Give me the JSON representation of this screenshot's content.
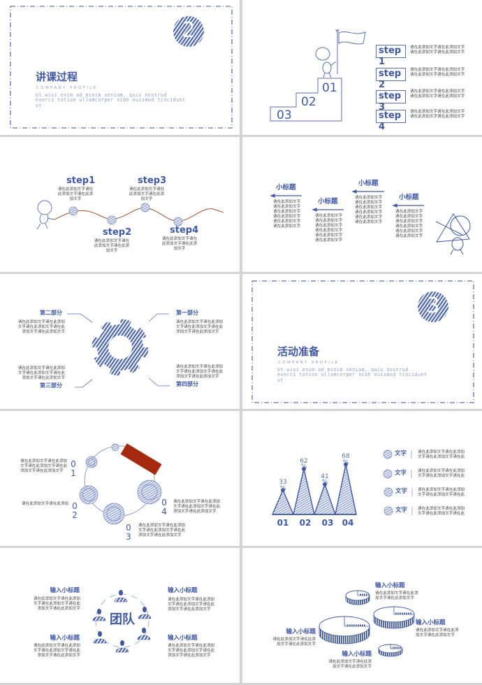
{
  "colors": {
    "accent": "#3f58a3",
    "wave": "#a0522d",
    "highlight": "#a52a0f"
  },
  "slide1": {
    "number": "2",
    "title": "讲课过程",
    "subtitle": "COMPANY PROFILE",
    "body": "Ut wisi enim ad minim veniam, quis nostrud\nexerci tation ullamcorper nibh euismod tincidunt\nut"
  },
  "slide2": {
    "stairs": [
      "01",
      "02",
      "03"
    ],
    "steps": [
      {
        "label": "step\n1",
        "desc": "请在此添加文字请在此添加文字\n请在此添加文字请在此添加文字"
      },
      {
        "label": "step\n2",
        "desc": "请在此添加文字请在此添加文字\n请在此添加文字请在此添加文字"
      },
      {
        "label": "step\n3",
        "desc": "请在此添加文字请在此添加文字\n请在此添加文字请在此添加文字"
      },
      {
        "label": "step\n4",
        "desc": "请在此添加文字请在此添加文字\n请在此添加文字请在此添加文字"
      }
    ]
  },
  "slide3": {
    "steps": [
      {
        "label": "step1",
        "desc": "请在此添加文字请在\n此添加文字请在此添\n加文字"
      },
      {
        "label": "step2",
        "desc": "请在此添加文字请在\n此添加文字请在此添\n加文字"
      },
      {
        "label": "step3",
        "desc": "请在此添加文字请在\n此添加文字请在此添\n加文字"
      },
      {
        "label": "step4",
        "desc": "请在此添加文字请在\n此添加文字请在此添\n加文字"
      }
    ]
  },
  "slide4": {
    "items": [
      {
        "title": "小标题",
        "desc": "请在此添加文字\n请在此添加文字\n请在此添加文字\n请在此添加文字\n请在此添加文字\n请在此添加文字"
      },
      {
        "title": "小标题",
        "desc": "请在此添加文字\n请在此添加文字\n请在此添加文字\n请在此添加文字\n请在此添加文字\n请在此添加文字"
      },
      {
        "title": "小标题",
        "desc": "请在此添加文字\n请在此添加文字\n请在此添加文字\n请在此添加文字\n请在此添加文字\n请在此添加文字"
      },
      {
        "title": "小标题",
        "desc": "请在此添加文字\n请在此添加文字\n请在此添加文字\n请在此添加文字\n请在此添加文字\n请在此添加文字"
      }
    ]
  },
  "slide5": {
    "parts": [
      {
        "title": "第一部分",
        "desc": "请在此添加文字请在此添加\n文字请在此添加文字请在此\n添加文字请在此添加文字"
      },
      {
        "title": "第二部分",
        "desc": "请在此添加文字请在此添加\n文字请在此添加文字请在此\n添加文字请在此添加文字"
      },
      {
        "title": "第三部分",
        "desc": "请在此添加文字请在此添加\n文字请在此添加文字请在此\n添加文字请在此添加文字"
      },
      {
        "title": "第四部分",
        "desc": "请在此添加文字请在此添加\n文字请在此添加文字请在此\n添加文字请在此添加文字"
      }
    ]
  },
  "slide6": {
    "number": "3",
    "title": "活动准备",
    "subtitle": "COMPANY PROFILE",
    "body": "Ut wisi enim ad minim veniam, quis nostrud\nexerci tation ullamcorper nibh euismod tincidunt\nut"
  },
  "slide7": {
    "items": [
      {
        "num": "0\n1",
        "desc": "请在此添加文字请在此添加\n文字请在此添加文字请在此\n添加文字请在此添加文字"
      },
      {
        "num": "0\n2",
        "desc": "请在此添加文字请在此添加"
      },
      {
        "num": "0\n3",
        "desc": "请在此添加文字请在此添加\n文字请在此添加文字请在此\n添加文字请在此添加文字"
      },
      {
        "num": "0\n4",
        "desc": "请在此添加文字请在此添加\n文字请在此添加文字请在此\n添加文字请在此添加文字"
      }
    ]
  },
  "chart_data": {
    "type": "bar",
    "categories": [
      "01",
      "02",
      "03",
      "04"
    ],
    "values": [
      33,
      62,
      41,
      68
    ],
    "value_labels": [
      "33\n%",
      "62\n%",
      "41\n%",
      "68\n%"
    ],
    "unit": "%",
    "grid": false,
    "mark": "triangle"
  },
  "slide8": {
    "legend": [
      {
        "label": "文字",
        "desc": "请在此添加文字请在此添加\n文字请在此添加文字请在此"
      },
      {
        "label": "文字",
        "desc": "请在此添加文字请在此添加\n文字请在此添加文字请在此"
      },
      {
        "label": "文字",
        "desc": "请在此添加文字请在此添加\n文字请在此添加文字请在此"
      },
      {
        "label": "文字",
        "desc": "请在此添加文字请在此添加\n文字请在此添加文字请在此"
      }
    ]
  },
  "slide9": {
    "center": "团队",
    "items": [
      {
        "title": "输入小标题",
        "desc": "请在此添加文字请在此添加\n文字请在此添加文字请在此\n添加文字请在此添加文字"
      },
      {
        "title": "输入小标题",
        "desc": "请在此添加文字请在此添加\n文字请在此添加文字请在此\n添加文字请在此添加文字"
      },
      {
        "title": "输入小标题",
        "desc": "请在此添加文字请在此添加\n文字请在此添加文字请在此\n添加文字请在此添加文字"
      },
      {
        "title": "输入小标题",
        "desc": "请在此添加文字请在此添加\n文字请在此添加文字请在此\n添加文字请在此添加文字"
      }
    ]
  },
  "slide10": {
    "items": [
      {
        "title": "输入小标题",
        "desc": "请在此添加文字请在此添\n加文字请在此添加文字"
      },
      {
        "title": "输入小标题",
        "desc": "请在此添加文字请在此添\n加文字请在此添加文字"
      },
      {
        "title": "输入小标题",
        "desc": "请在此添加文字请在此添\n加文字请在此添加文字"
      },
      {
        "title": "输入小标题",
        "desc": "请在此添加文字请在此添\n加文字请在此添加文字"
      }
    ]
  }
}
